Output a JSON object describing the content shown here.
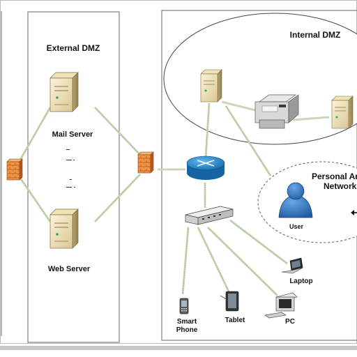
{
  "zones": {
    "external_dmz": "External DMZ",
    "internal_dmz": "Internal DMZ",
    "personal_area_line1": "Personal Ar",
    "personal_area_line2": "Network"
  },
  "devices": {
    "mail_server": "Mail Server",
    "web_server": "Web Server",
    "user": "User",
    "laptop": "Laptop",
    "smart_phone_line1": "Smart",
    "smart_phone_line2": "Phone",
    "tablet": "Tablet",
    "pc": "PC"
  },
  "colors": {
    "firewall": "#e88a3c",
    "router": "#1f86c8",
    "user": "#2a6fb8",
    "link": "#c9d8b4"
  }
}
